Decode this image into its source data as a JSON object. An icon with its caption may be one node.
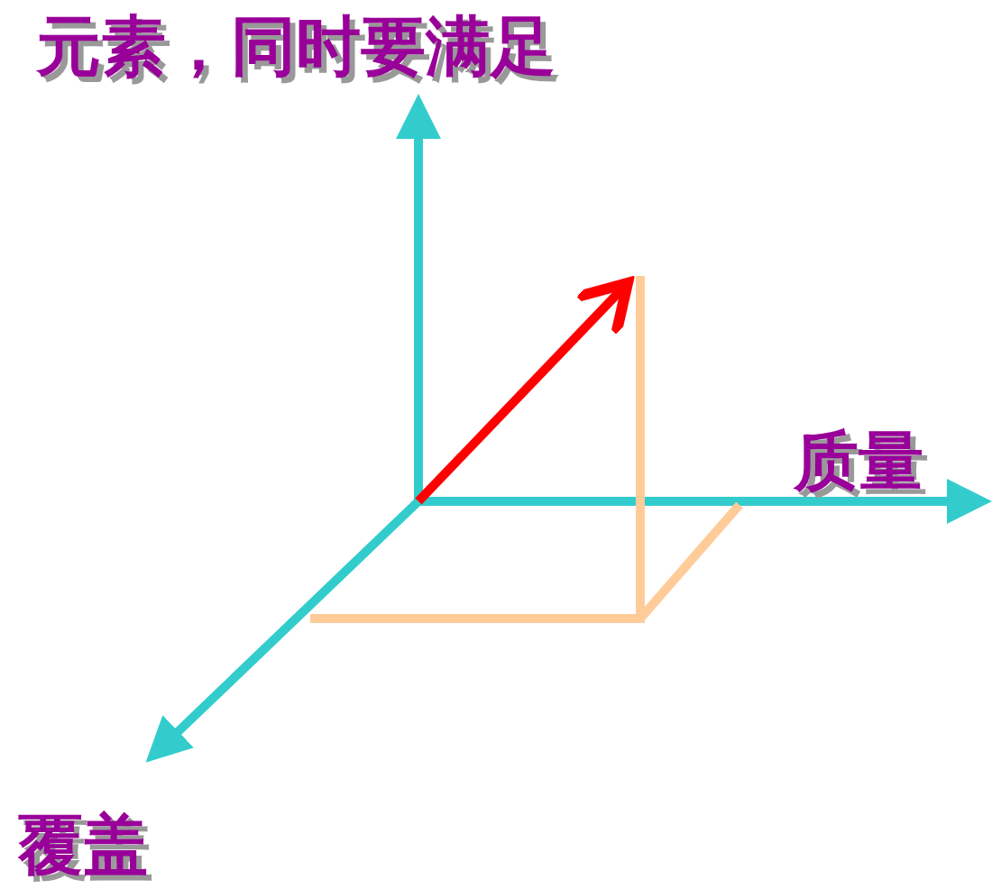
{
  "diagram": {
    "labels": [
      "元素，同时要满足",
      "质量",
      "覆盖"
    ]
  }
}
